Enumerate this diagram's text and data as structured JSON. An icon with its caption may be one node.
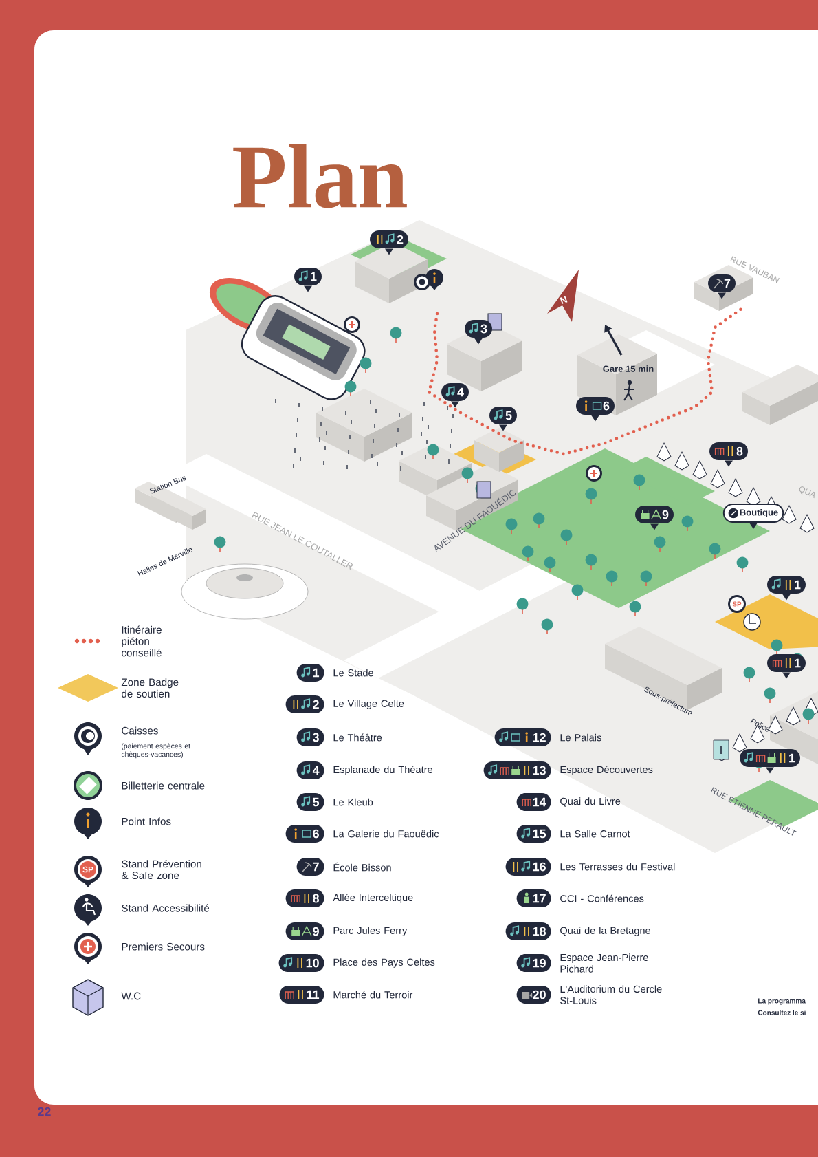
{
  "diagram": {
    "title": "Plan",
    "nodes": [
      {
        "text": [
          "1"
        ]
      },
      {
        "text": [
          "2"
        ]
      },
      {
        "text": [
          "3"
        ]
      },
      {
        "text": [
          "4"
        ]
      },
      {
        "text": [
          "5"
        ]
      },
      {
        "text": [
          "6"
        ]
      },
      {
        "text": [
          "7"
        ]
      },
      {
        "text": [
          "8"
        ]
      },
      {
        "text": [
          "9"
        ]
      },
      {
        "text": [
          "Boutique"
        ]
      },
      {
        "text": [
          "1"
        ]
      },
      {
        "text": [
          "1"
        ]
      },
      {
        "text": [
          "1"
        ]
      },
      {
        "text": [
          "1"
        ],
        "beside": [
          "Le Stade"
        ]
      },
      {
        "text": [
          "2"
        ],
        "beside": [
          "Le Village Celte"
        ]
      },
      {
        "text": [
          "3"
        ],
        "beside": [
          "Le Théâtre"
        ]
      },
      {
        "text": [
          "4"
        ],
        "beside": [
          "Esplanade du Théatre"
        ]
      },
      {
        "text": [
          "5"
        ],
        "beside": [
          "Le Kleub"
        ]
      },
      {
        "text": [
          "6"
        ],
        "beside": [
          "La Galerie du Faouëdic"
        ]
      },
      {
        "text": [
          "7"
        ],
        "beside": [
          "École Bisson"
        ]
      },
      {
        "text": [
          "8"
        ],
        "beside": [
          "Allée Interceltique"
        ]
      },
      {
        "text": [
          "9"
        ],
        "beside": [
          "Parc Jules Ferry"
        ]
      },
      {
        "text": [
          "10"
        ],
        "beside": [
          "Place des Pays Celtes"
        ]
      },
      {
        "text": [
          "11"
        ],
        "beside": [
          "Marché du Terroir"
        ]
      },
      {
        "text": [
          "12"
        ],
        "beside": [
          "Le Palais"
        ]
      },
      {
        "text": [
          "13"
        ],
        "beside": [
          "Espace Découvertes"
        ]
      },
      {
        "text": [
          "14"
        ],
        "beside": [
          "Quai du Livre"
        ]
      },
      {
        "text": [
          "15"
        ],
        "beside": [
          "La Salle Carnot"
        ]
      },
      {
        "text": [
          "16"
        ],
        "beside": [
          "Les Terrasses du Festival"
        ]
      },
      {
        "text": [
          "17"
        ],
        "beside": [
          "CCI - Conférences"
        ]
      },
      {
        "text": [
          "18"
        ],
        "beside": [
          "Quai de la Bretagne"
        ]
      },
      {
        "text": [
          "19"
        ],
        "beside": [
          "Espace Jean-Pierre Pichard"
        ]
      },
      {
        "text": [
          "20"
        ],
        "beside": [
          "L'Auditorium du Cercle St-Louis"
        ]
      }
    ],
    "labels": [
      "Station Bus",
      "Halles de Merville",
      "RUE JEAN LE COUTALLER",
      "AVENUE DU FAOUËDIC",
      "RUE VAUBAN",
      "QUA",
      "Gare 15 min",
      "N",
      "Sous-préfecture",
      "Police",
      "RUE ETIENNE PERAULT",
      "SP",
      "SP",
      "(paiement espèces et chèques-vacances)",
      "La programma",
      "Consultez le si",
      "22"
    ],
    "legend": [
      {
        "text": "Itinéraire piéton conseillé"
      },
      {
        "text": "Zone Badge de soutien",
        "color": "#f2c85b"
      },
      {
        "text": "Caisses"
      },
      {
        "text": "Billetterie centrale"
      },
      {
        "text": "Point Infos"
      },
      {
        "text": "Stand Prévention & Safe zone"
      },
      {
        "text": "Stand Accessibilité"
      },
      {
        "text": "Premiers Secours"
      },
      {
        "text": "W.C"
      }
    ]
  }
}
